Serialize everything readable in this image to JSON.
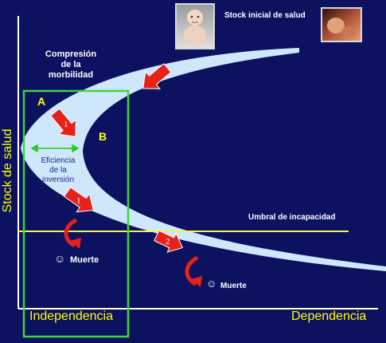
{
  "header": {
    "stock_label": "Stock inicial de salud"
  },
  "y_axis": {
    "label": "Stock de salud"
  },
  "x_axis": {
    "left_label": "Independencia",
    "right_label": "Dependencia"
  },
  "annotations": {
    "compression": [
      "Compresión",
      "de la",
      "morbilidad"
    ],
    "zone_a": "A",
    "zone_b": "B",
    "efficiency": [
      "Eficiencia",
      "de la",
      "inversión"
    ],
    "threshold": "Umbral de incapacidad",
    "death_1": "Muerte",
    "death_2": "Muerte",
    "smiley": "☺",
    "arrow_1_a": "1",
    "arrow_1_b": "1",
    "arrow_2": "2"
  },
  "colors": {
    "background": "#0c1160",
    "band_fill": "#cfe7fb",
    "threshold_line": "#f2f25a",
    "box_green": "#3ad83a",
    "efficiency_arrow": "#22cc22",
    "arrow_red": "#e8201a",
    "axis_label": "#ffff00"
  },
  "icons": [
    "baby-photo",
    "fetus-photo",
    "red-block-arrow",
    "curved-red-arrow",
    "smiley-icon"
  ]
}
